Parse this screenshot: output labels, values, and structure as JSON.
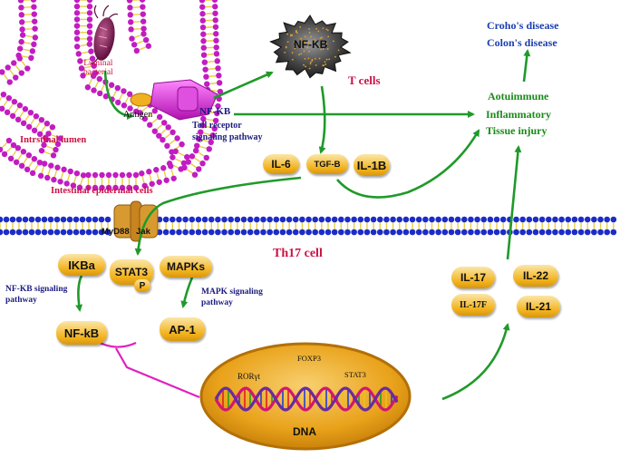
{
  "membrane_labels": {
    "luminal_bacterial": "Luminal\nbacterial",
    "antigen": "Antigen",
    "intestinal_lumen": "Intrstinal lumen",
    "epidermal_cells": "Intestinal epidermal cells",
    "nfkb_receptor": "NF-KB",
    "toll_pathway": "Toll receptor\nsignaling pathway"
  },
  "tcell": {
    "nfkb": "NF-KB",
    "label": "T cells"
  },
  "cytokines_top": {
    "il6": "IL-6",
    "tgfb": "TGF-B",
    "il1b": "IL-1B"
  },
  "outcomes": {
    "croho": "Croho's disease",
    "colon": "Colon's disease",
    "autoimmune": "Aotuimmune",
    "inflammatory": "Inflammatory",
    "injury": "Tissue injury"
  },
  "th17": {
    "label": "Th17 cell",
    "myd88": "MyD88",
    "jak": "Jak",
    "ikba": "IKBa",
    "stat3": "STAT3",
    "p": "P",
    "mapks": "MAPKs",
    "nfkb_path": "NF-KB signaling\npathway",
    "mapk_path": "MAPK signaling\npathway",
    "nfkb": "NF-kB",
    "ap1": "AP-1"
  },
  "dna": {
    "foxp3": "FOXP3",
    "roryt": "RORγt",
    "stat3": "STAT3",
    "label": "DNA"
  },
  "outputs": {
    "il17": "IL-17",
    "il22": "IL-22",
    "il17f": "IL-17F",
    "il21": "IL-21"
  },
  "colors": {
    "blue_text": "#1a3fb0",
    "red_text": "#cc1144",
    "green_text": "#1a8a1a",
    "arrow": "#1f9a2a",
    "magenta": "#e020c0",
    "navy": "#1c1c80"
  }
}
